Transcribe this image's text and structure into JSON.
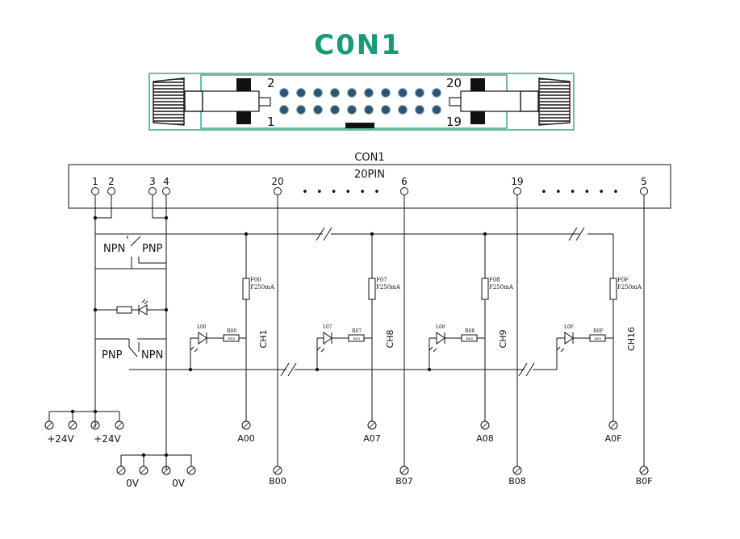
{
  "title": "C0N1",
  "connector": {
    "pin_top_left": "2",
    "pin_bottom_left": "1",
    "pin_top_right": "20",
    "pin_bottom_right": "19",
    "accent": "#1a9a78",
    "pin_color": "#2d5472"
  },
  "schematic": {
    "header": "CON1",
    "subheader": "20PIN",
    "pins": [
      "1",
      "2",
      "3",
      "4",
      "20",
      "6",
      "19",
      "5"
    ],
    "dots": "• • • • • •",
    "npn_top": "NPN",
    "pnp_top": "PNP",
    "pnp_bottom": "PNP",
    "npn_bottom": "NPN",
    "channels": [
      {
        "ch": "CH1",
        "fuse": "F00",
        "fuse_rating": "F250mA",
        "led": "L00",
        "res": "R00",
        "res_val": "RES",
        "out_a": "A00",
        "out_b": "B00"
      },
      {
        "ch": "CH8",
        "fuse": "F07",
        "fuse_rating": "F250mA",
        "led": "L07",
        "res": "R07",
        "res_val": "RES",
        "out_a": "A07",
        "out_b": "B07"
      },
      {
        "ch": "CH9",
        "fuse": "F08",
        "fuse_rating": "F250mA",
        "led": "L08",
        "res": "R08",
        "res_val": "RES",
        "out_a": "A08",
        "out_b": "B08"
      },
      {
        "ch": "CH16",
        "fuse": "F0F",
        "fuse_rating": "F250mA",
        "led": "L0F",
        "res": "R0F",
        "res_val": "RES",
        "out_a": "A0F",
        "out_b": "B0F"
      }
    ],
    "v24_left": "+24V",
    "v24_right": "+24V",
    "v0_left": "0V",
    "v0_right": "0V"
  }
}
